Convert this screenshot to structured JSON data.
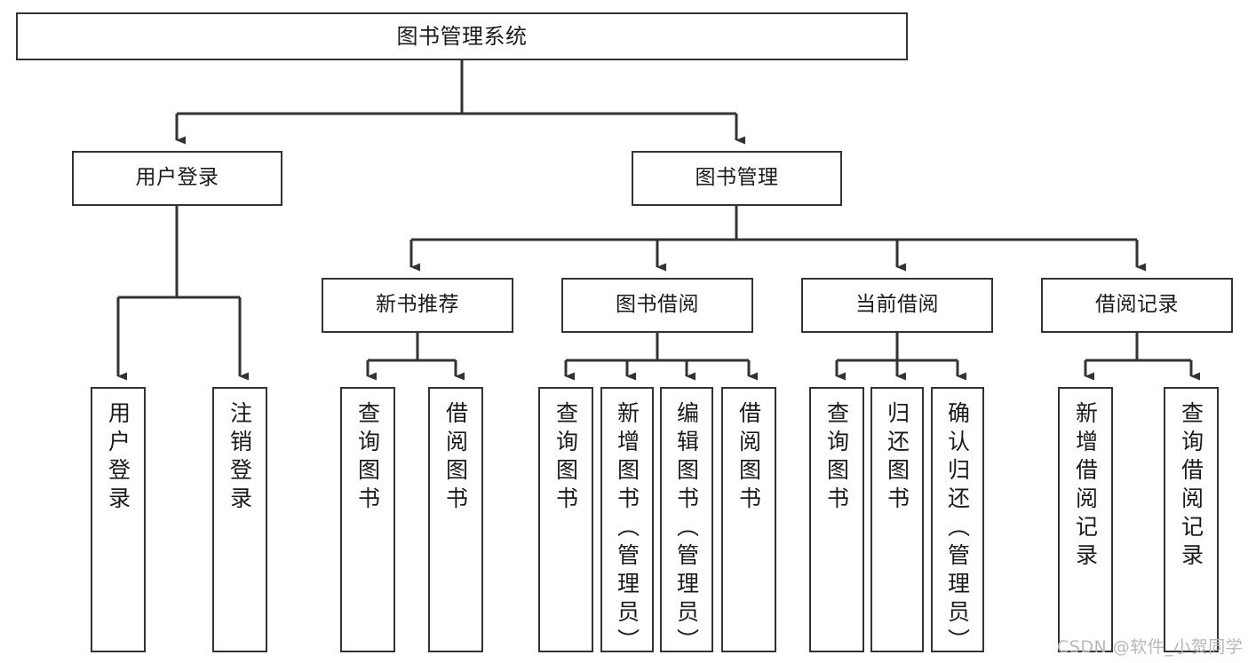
{
  "diagram": {
    "title": "图书管理系统",
    "type": "tree-hierarchy",
    "colors": {
      "box_border": "#333333",
      "box_fill": "#ffffff",
      "connector": "#333333",
      "text": "#1a1a1a",
      "watermark": "#b8b8b8",
      "background": "#ffffff"
    },
    "levels": [
      {
        "level": 1,
        "nodes": [
          {
            "id": "root",
            "label": "图书管理系统",
            "orientation": "horizontal"
          }
        ]
      },
      {
        "level": 2,
        "nodes": [
          {
            "id": "user-login",
            "label": "用户登录",
            "orientation": "horizontal",
            "parent": "root"
          },
          {
            "id": "book-manage",
            "label": "图书管理",
            "orientation": "horizontal",
            "parent": "root"
          }
        ]
      },
      {
        "level": 3,
        "nodes": [
          {
            "id": "new-book-rec",
            "label": "新书推荐",
            "orientation": "horizontal",
            "parent": "book-manage"
          },
          {
            "id": "book-borrow",
            "label": "图书借阅",
            "orientation": "horizontal",
            "parent": "book-manage"
          },
          {
            "id": "current-borrow",
            "label": "当前借阅",
            "orientation": "horizontal",
            "parent": "book-manage"
          },
          {
            "id": "borrow-record",
            "label": "借阅记录",
            "orientation": "horizontal",
            "parent": "book-manage"
          }
        ]
      },
      {
        "level": 4,
        "nodes": [
          {
            "id": "leaf-user-login",
            "label": "用户登录",
            "orientation": "vertical",
            "parent": "user-login"
          },
          {
            "id": "leaf-logout",
            "label": "注销登录",
            "orientation": "vertical",
            "parent": "user-login"
          },
          {
            "id": "leaf-query-book-1",
            "label": "查询图书",
            "orientation": "vertical",
            "parent": "new-book-rec"
          },
          {
            "id": "leaf-borrow-book-1",
            "label": "借阅图书",
            "orientation": "vertical",
            "parent": "new-book-rec"
          },
          {
            "id": "leaf-query-book-2",
            "label": "查询图书",
            "orientation": "vertical",
            "parent": "book-borrow"
          },
          {
            "id": "leaf-add-book",
            "label": "新增图书（管理员）",
            "orientation": "vertical",
            "parent": "book-borrow"
          },
          {
            "id": "leaf-edit-book",
            "label": "编辑图书（管理员）",
            "orientation": "vertical",
            "parent": "book-borrow"
          },
          {
            "id": "leaf-borrow-book-2",
            "label": "借阅图书",
            "orientation": "vertical",
            "parent": "book-borrow"
          },
          {
            "id": "leaf-query-book-3",
            "label": "查询图书",
            "orientation": "vertical",
            "parent": "current-borrow"
          },
          {
            "id": "leaf-return-book",
            "label": "归还图书",
            "orientation": "vertical",
            "parent": "current-borrow"
          },
          {
            "id": "leaf-confirm-return",
            "label": "确认归还（管理员）",
            "orientation": "vertical",
            "parent": "current-borrow"
          },
          {
            "id": "leaf-add-record",
            "label": "新增借阅记录",
            "orientation": "vertical",
            "parent": "borrow-record"
          },
          {
            "id": "leaf-query-record",
            "label": "查询借阅记录",
            "orientation": "vertical",
            "parent": "borrow-record"
          }
        ]
      }
    ]
  },
  "watermark": {
    "text": "CSDN @软件_小贺同学"
  }
}
